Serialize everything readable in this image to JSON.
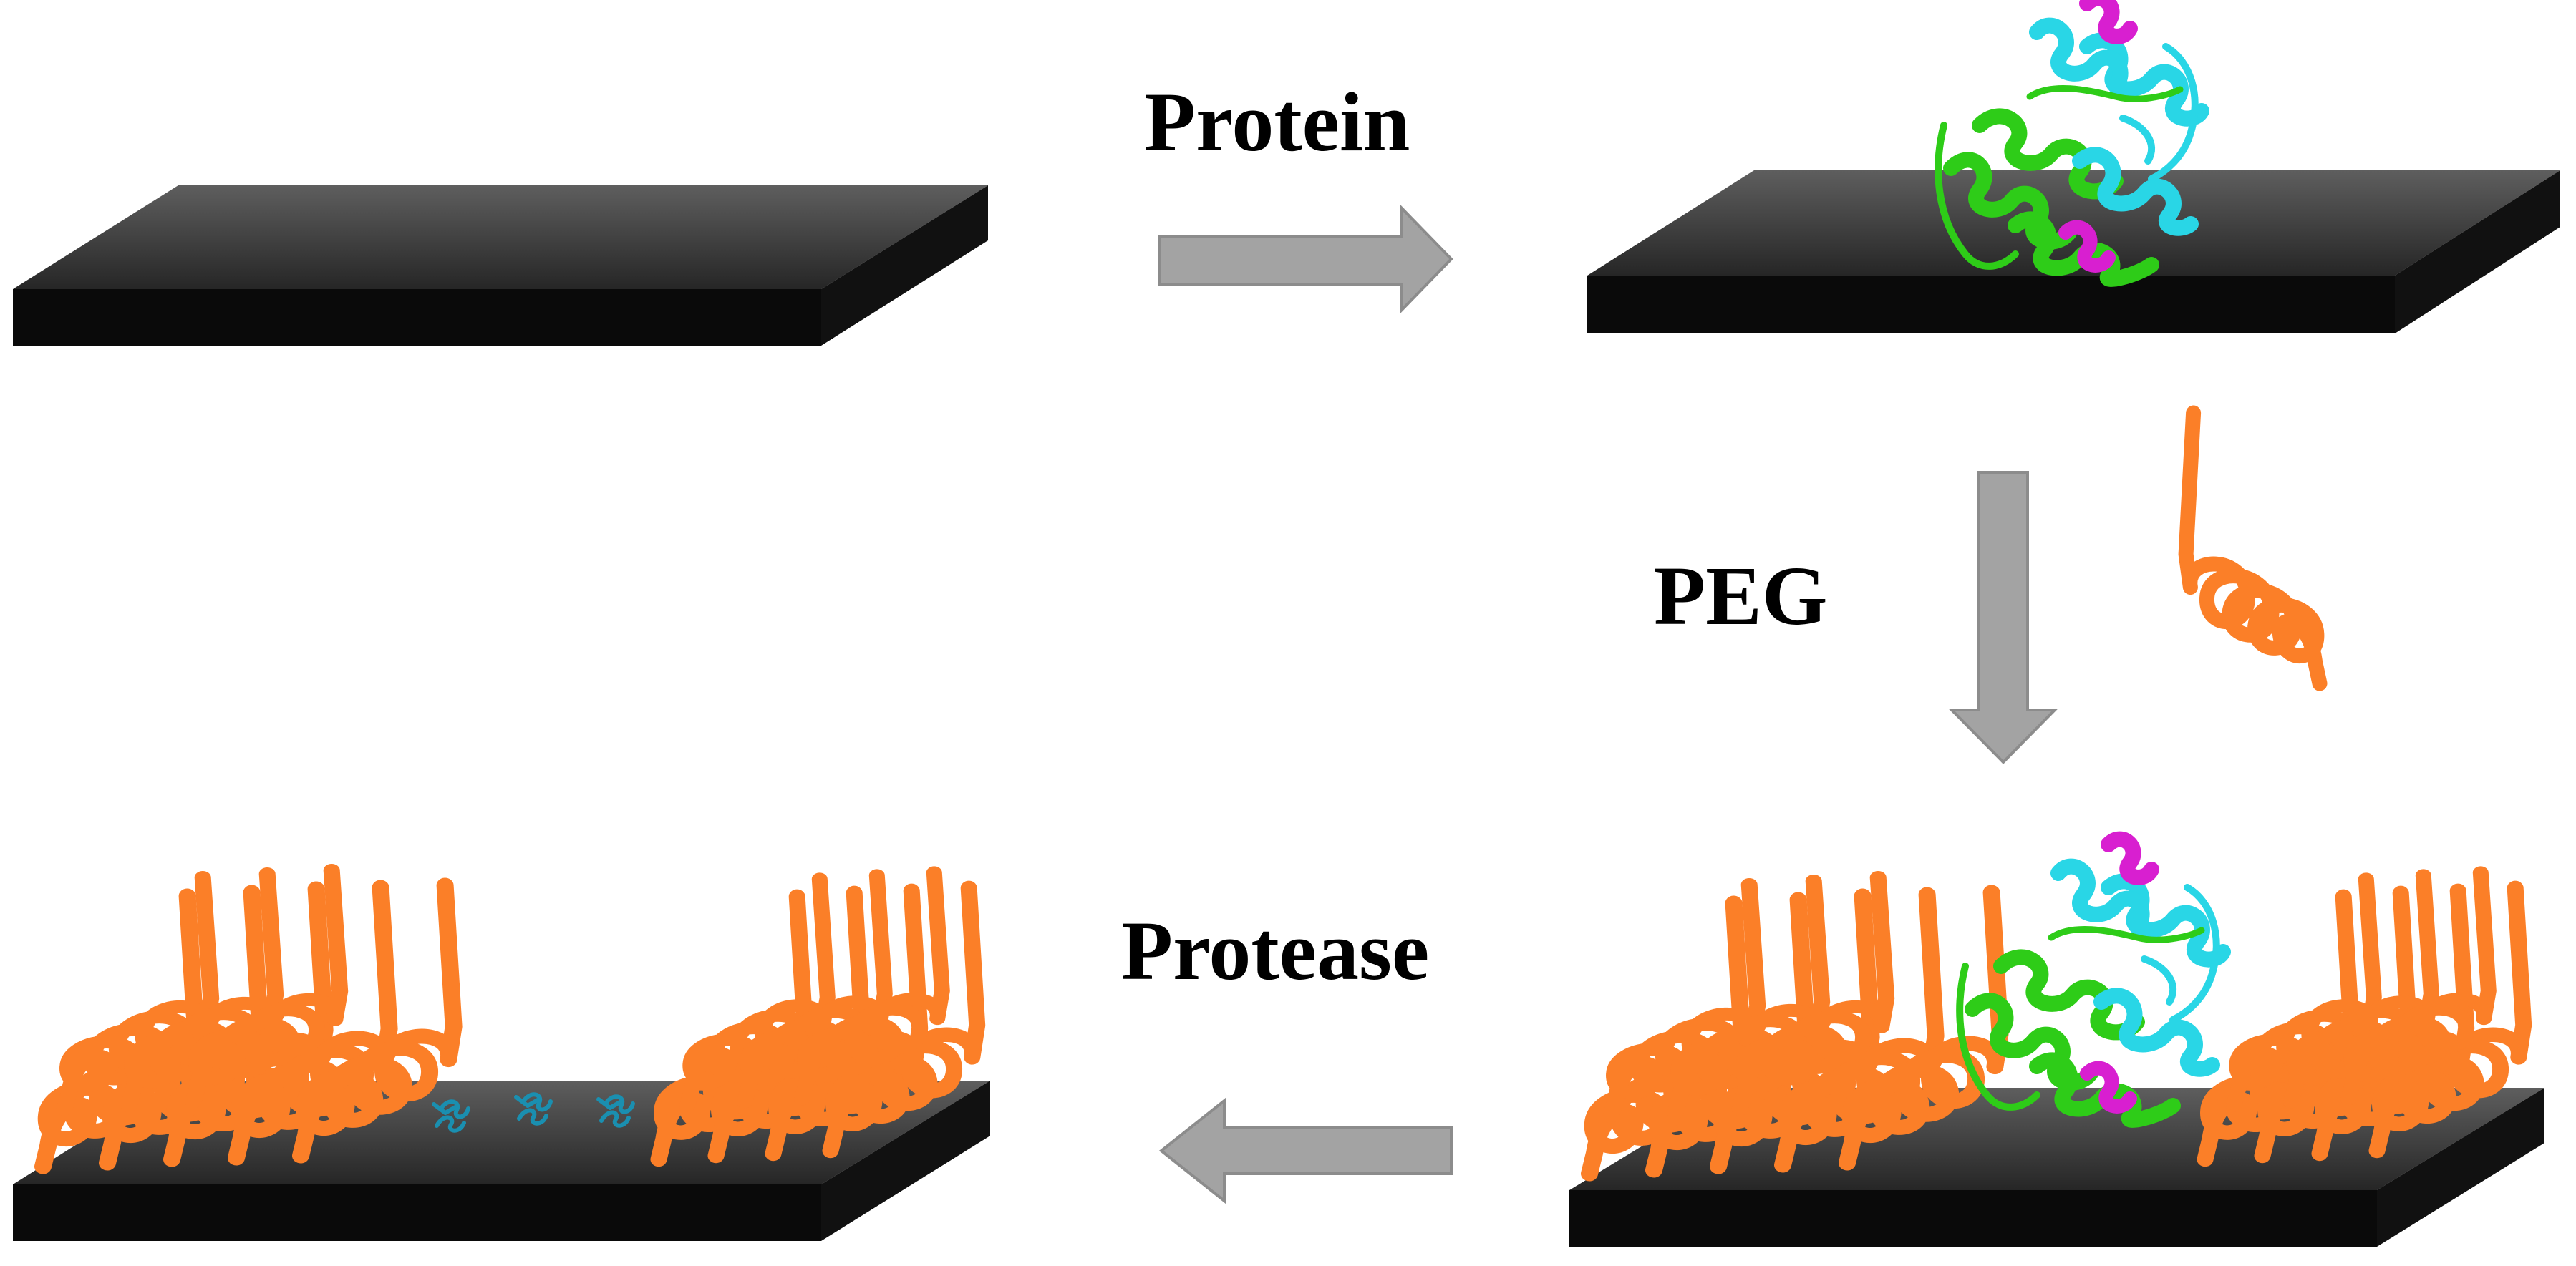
{
  "labels": {
    "protein": "Protein",
    "peg": "PEG",
    "protease": "Protease"
  },
  "colors": {
    "slab_top_light": "#5e5e5e",
    "slab_top_dark": "#262626",
    "slab_side": "#0a0a0a",
    "arrow": "#a3a3a3",
    "arrow_edge": "#8c8c8c",
    "peg": "#fb7f28",
    "protein_green": "#2ecc18",
    "protein_cyan": "#29d6e6",
    "protein_magenta": "#d81fd0",
    "fragment": "#1a8fb0"
  },
  "icons": [
    "slab",
    "arrow-right",
    "arrow-down",
    "arrow-left",
    "protein-structure",
    "peg-coil",
    "peptide-fragment"
  ]
}
